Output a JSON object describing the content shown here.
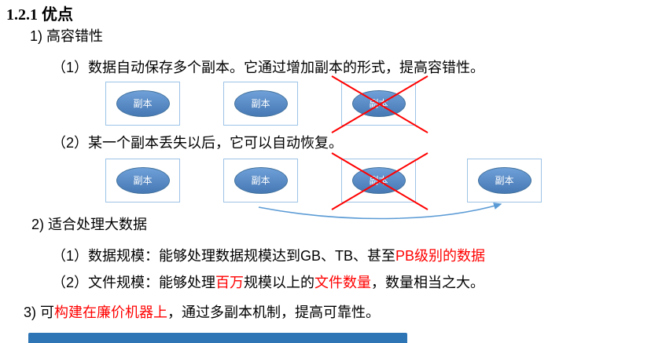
{
  "title": "1.2.1 优点",
  "item1": {
    "heading": "1) 高容错性",
    "sub1": "（1）数据自动保存多个副本。它通过增加副本的形式，提高容错性。",
    "sub2": "（2）某一个副本丢失以后，它可以自动恢复。"
  },
  "diagram": {
    "replica_label": "副本",
    "row1_box_count": 3,
    "row1_crossed_index": 3,
    "row2_box_count": 4,
    "row2_crossed_index": 3,
    "arrow_meaning": "自动恢复：从正常副本复制出新副本"
  },
  "item2": {
    "heading": "2) 适合处理大数据",
    "sub1": {
      "s0": "（1）数据规模：能够处理数据规模达到GB、TB、甚至",
      "s1": "PB级别的数据"
    },
    "sub2": {
      "s0": "（2）文件规模：能够处理",
      "s1": "百万",
      "s2": "规模以上的",
      "s3": "文件数量",
      "s4": "，数量相当之大。"
    }
  },
  "item3": {
    "s0": "3) 可",
    "s1": "构建在廉价机器上",
    "s2": "，通过多副本机制，提高可靠性。"
  },
  "colors": {
    "red_text": "#FF0000",
    "cross_red": "#FF0000",
    "box_border": "#9DC3E6",
    "ellipse_fill": "#4E81BD",
    "arrow_blue": "#5B9BD5",
    "bottom_bar_blue": "#2E75B6"
  }
}
